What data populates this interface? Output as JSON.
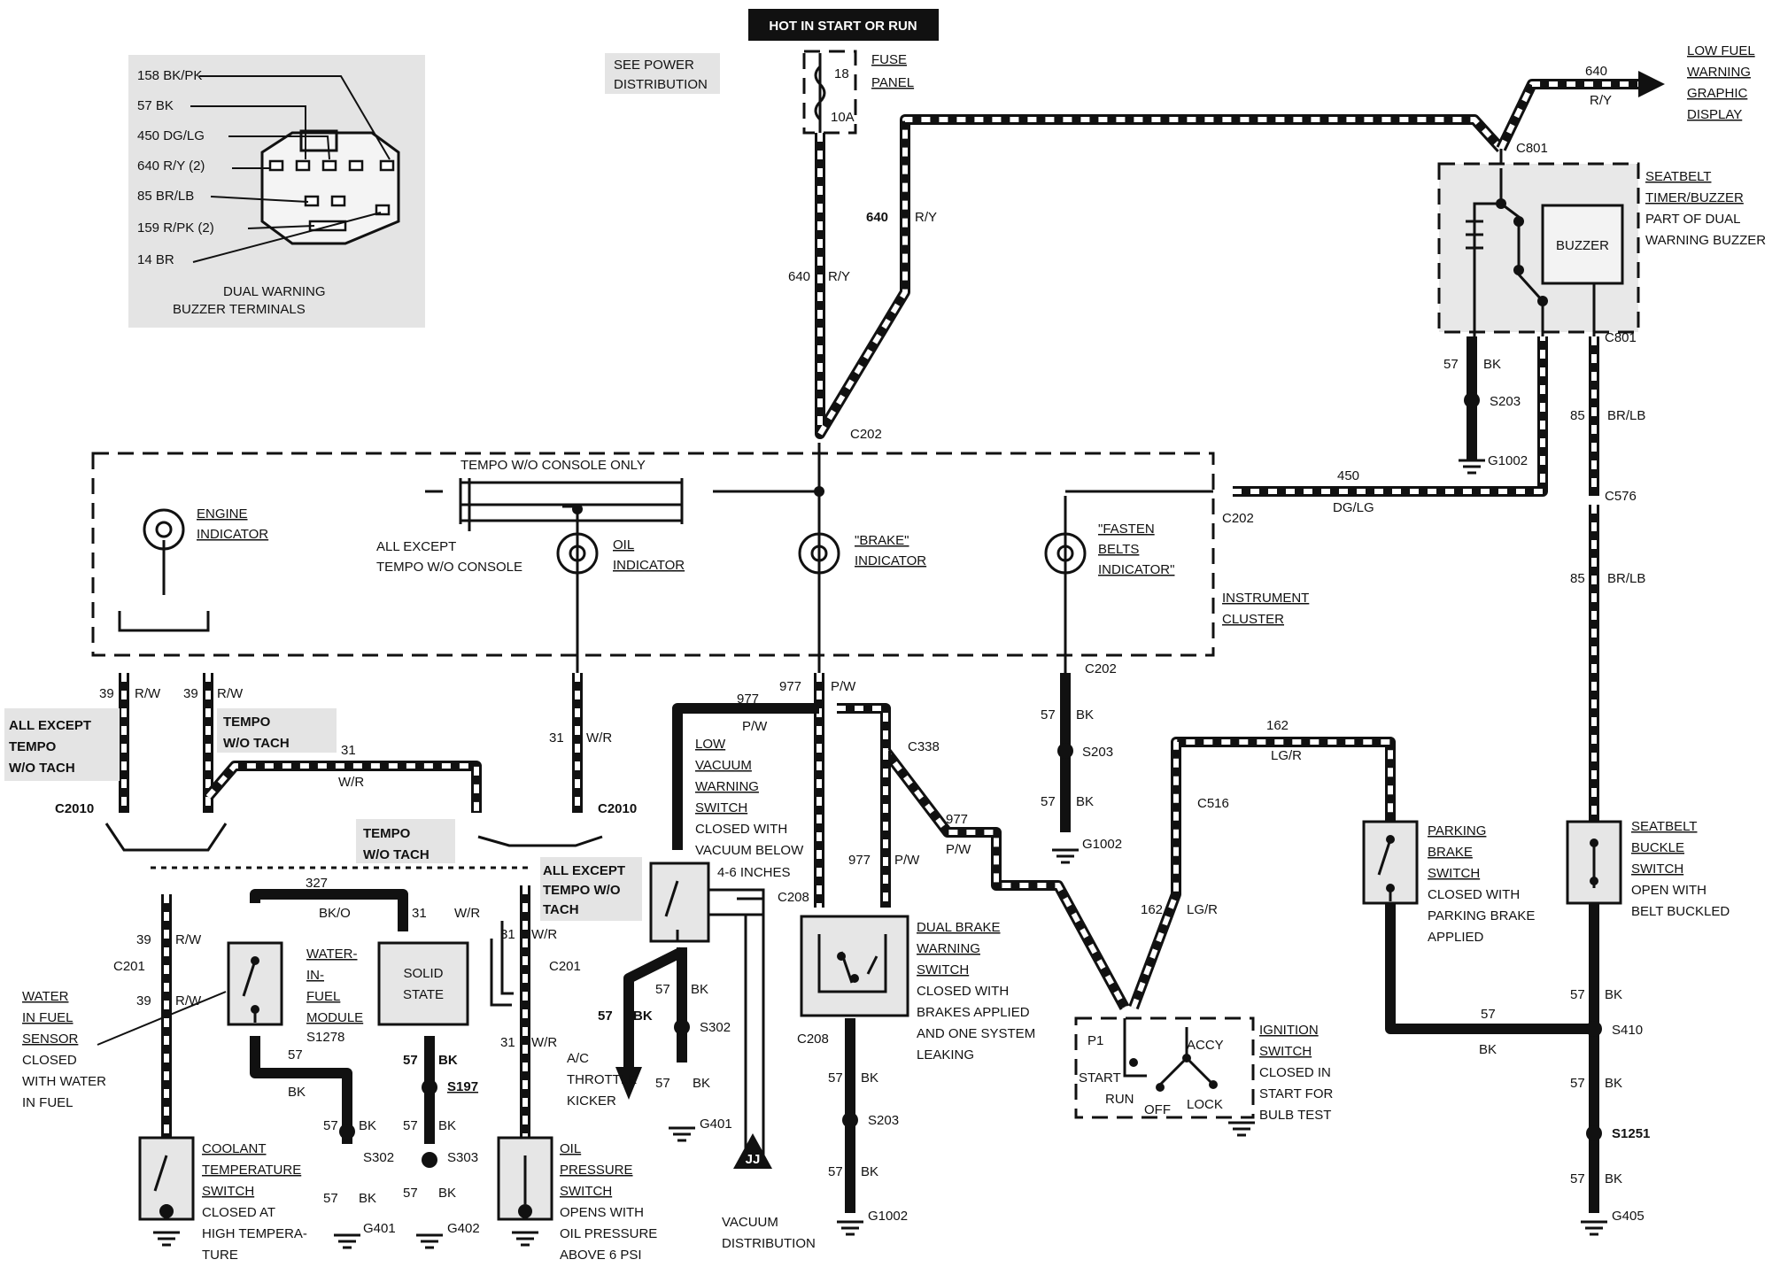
{
  "header": {
    "hot_label": "HOT IN START OR RUN",
    "see_power": [
      "SEE POWER",
      "DISTRIBUTION"
    ],
    "fuse_panel": [
      "FUSE",
      "PANEL"
    ],
    "fuse_num": "18",
    "fuse_amp": "10A"
  },
  "inset": {
    "wires": [
      "158 BK/PK",
      "57  BK",
      "450 DG/LG",
      "640 R/Y    (2)",
      "85  BR/LB",
      "159 R/PK (2)",
      "14  BR"
    ],
    "caption": [
      "DUAL WARNING",
      "BUZZER TERMINALS"
    ]
  },
  "lowfuel": [
    "LOW FUEL",
    "WARNING",
    "GRAPHIC",
    "DISPLAY"
  ],
  "seatbelt_timer": [
    "SEATBELT",
    "TIMER/BUZZER",
    "PART OF DUAL",
    "WARNING BUZZER"
  ],
  "buzzer_label": "BUZZER",
  "connectors": {
    "c801_top": "C801",
    "c801_bot": "C801",
    "c202_top": "C202",
    "c202_right": "C202",
    "c202_low": "C202",
    "c576": "C576",
    "c2010_left": "C2010",
    "c2010_right": "C2010",
    "c201_left": "C201",
    "c201_right": "C201",
    "c338": "C338",
    "c208_top": "C208",
    "c208_bot": "C208",
    "c516": "C516"
  },
  "wires": {
    "w640": "640",
    "ry": "R/Y",
    "w57": "57",
    "bk": "BK",
    "w85": "85",
    "brlb": "BR/LB",
    "w450": "450",
    "dglg": "DG/LG",
    "w39": "39",
    "rw": "R/W",
    "w31": "31",
    "wr": "W/R",
    "w977": "977",
    "pw": "P/W",
    "w162": "162",
    "lgr": "LG/R",
    "w327": "327",
    "bko": "BK/O"
  },
  "splices": {
    "s203a": "S203",
    "g1002a": "G1002",
    "s203b": "S203",
    "g1002b": "G1002",
    "s203c": "S203",
    "g1002c": "G1002",
    "s302a": "S302",
    "g401a": "G401",
    "s302b": "S302",
    "g401b": "G401",
    "s197": "S197",
    "s303": "S303",
    "g402": "G402",
    "s410": "S410",
    "s1251": "S1251",
    "g405": "G405",
    "s1278": "S1278"
  },
  "cluster": {
    "tempo_only": "TEMPO W/O CONSOLE ONLY",
    "engine": [
      "ENGINE",
      "INDICATOR"
    ],
    "all_except": [
      "ALL EXCEPT",
      "TEMPO W/O CONSOLE"
    ],
    "oil": [
      "OIL",
      "INDICATOR"
    ],
    "brake": [
      "\"BRAKE\"",
      "INDICATOR"
    ],
    "fasten": [
      "\"FASTEN",
      "BELTS",
      "INDICATOR\""
    ],
    "instrument": [
      "INSTRUMENT",
      "CLUSTER"
    ]
  },
  "notes": {
    "all_except_tach_left": [
      "ALL EXCEPT",
      "TEMPO",
      "W/O TACH"
    ],
    "tempo_tach_a": [
      "TEMPO",
      "W/O TACH"
    ],
    "tempo_tach_b": [
      "TEMPO",
      "W/O TACH"
    ],
    "all_except_tach_right": [
      "ALL EXCEPT",
      "TEMPO W/O",
      "TACH"
    ]
  },
  "components": {
    "water_sensor": [
      "WATER",
      "IN FUEL",
      "SENSOR",
      "CLOSED",
      "WITH WATER",
      "IN FUEL"
    ],
    "wif_module": [
      "WATER-",
      "IN-",
      "FUEL",
      "MODULE"
    ],
    "solid_state": [
      "SOLID",
      "STATE"
    ],
    "coolant": [
      "COOLANT",
      "TEMPERATURE",
      "SWITCH",
      "CLOSED AT",
      "HIGH TEMPERA-",
      "TURE"
    ],
    "oil_pressure": [
      "OIL",
      "PRESSURE",
      "SWITCH",
      "OPENS WITH",
      "OIL PRESSURE",
      "ABOVE 6 PSI"
    ],
    "low_vacuum": [
      "LOW",
      "VACUUM",
      "WARNING",
      "SWITCH",
      "CLOSED WITH",
      "VACUUM BELOW",
      "4-6 INCHES"
    ],
    "ac_kicker": [
      "A/C",
      "THROTTLE",
      "KICKER"
    ],
    "vacuum_dist": [
      "VACUUM",
      "DISTRIBUTION"
    ],
    "jj": "JJ",
    "dual_brake": [
      "DUAL BRAKE",
      "WARNING",
      "SWITCH",
      "CLOSED WITH",
      "BRAKES APPLIED",
      "AND ONE SYSTEM",
      "LEAKING"
    ],
    "parking": [
      "PARKING",
      "BRAKE",
      "SWITCH",
      "CLOSED WITH",
      "PARKING BRAKE",
      "APPLIED"
    ],
    "buckle": [
      "SEATBELT",
      "BUCKLE",
      "SWITCH",
      "OPEN WITH",
      "BELT BUCKLED"
    ],
    "ignition": [
      "IGNITION",
      "SWITCH",
      "CLOSED IN",
      "START FOR",
      "BULB TEST"
    ],
    "ign_pos": [
      "P1",
      "START",
      "RUN",
      "OFF",
      "ACCY",
      "LOCK"
    ]
  }
}
